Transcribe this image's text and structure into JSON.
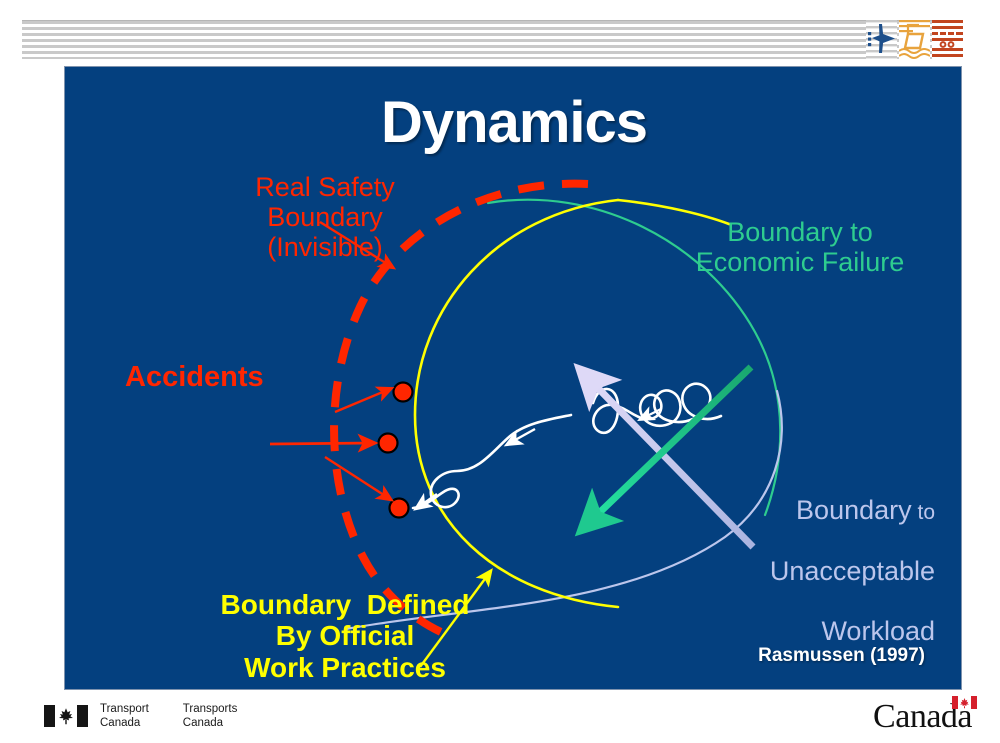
{
  "header": {
    "icons": [
      {
        "name": "airplane-icon",
        "label": "Air transport"
      },
      {
        "name": "boat-icon",
        "label": "Marine transport"
      },
      {
        "name": "rail-road-icon",
        "label": "Rail and road transport"
      }
    ]
  },
  "slide": {
    "title": "Dynamics",
    "background_color": "#04407f",
    "labels": {
      "real_safety_boundary": "Real Safety\nBoundary\n(Invisible)",
      "accidents": "Accidents",
      "economic_failure": "Boundary to\nEconomic Failure",
      "workload_line1": "Boundary",
      "workload_to": "to",
      "workload_line2": "Unacceptable",
      "workload_line3": "Workload",
      "official_practices": "Boundary  Defined\nBy Official\nWork Practices",
      "credit": "Rasmussen (1997)"
    },
    "colors": {
      "real_safety_boundary": "#ff2600",
      "accidents": "#ff2600",
      "economic_failure": "#2ecc8f",
      "workload": "#bcc6ec",
      "official_practices": "#ffff00",
      "credit": "#ffffff",
      "random_walk": "#ffffff"
    },
    "diagram": {
      "type": "conceptual-safety-space",
      "elements": [
        {
          "name": "red-dashed-safety-boundary-arc",
          "color": "#ff2600",
          "style": "dashed"
        },
        {
          "name": "yellow-official-practice-circle",
          "color": "#ffff00",
          "style": "solid"
        },
        {
          "name": "teal-economic-failure-arc",
          "color": "#2ecc8f",
          "style": "solid"
        },
        {
          "name": "lavender-workload-arc",
          "color": "#bcc6ec",
          "style": "solid"
        },
        {
          "name": "white-random-walk-path",
          "color": "#ffffff",
          "style": "wavy"
        },
        {
          "name": "lavender-gradient-arrow",
          "color": "#cdc8ef",
          "direction": "up-left"
        },
        {
          "name": "teal-gradient-arrow",
          "color": "#1fc98f",
          "direction": "down-left"
        },
        {
          "name": "accident-marker-dots",
          "color": "#ff2600",
          "count": 3
        }
      ]
    }
  },
  "footer": {
    "transport_en_line1": "Transport",
    "transport_en_line2": "Canada",
    "transport_fr_line1": "Transports",
    "transport_fr_line2": "Canada",
    "canada_wordmark": "Canada"
  }
}
